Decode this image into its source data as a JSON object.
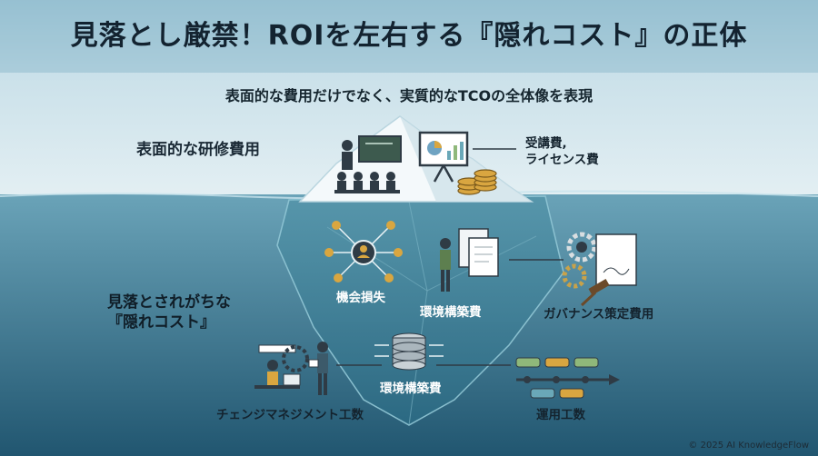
{
  "title": "見落とし厳禁！ROIを左右する『隠れコスト』の正体",
  "subtitle": "表面的な費用だけでなく、実質的なTCOの全体像を表現",
  "above_water": {
    "heading": "表面的な研修費用",
    "item_line1": "受講費,",
    "item_line2": "ライセンス費"
  },
  "below_water": {
    "heading_line1": "見落とされがちな",
    "heading_line2": "『隠れコスト』",
    "items": {
      "opportunity_loss": "機会損失",
      "environment_cost_upper": "環境構築費",
      "governance_cost": "ガバナンス策定費用",
      "environment_cost_lower": "環境構築費",
      "change_management": "チェンジマネジメント工数",
      "operation_cost": "運用工数"
    }
  },
  "copyright": "© 2025 AI KnowledgeFlow",
  "colors": {
    "sky_top": "#9fc6d6",
    "sky_bottom": "#dcebf0",
    "water_top": "#5d97ad",
    "water_bottom": "#235a73",
    "iceberg_under": "#3d7d94",
    "icon_dark": "#2f3b45",
    "accent_gold": "#d9a640",
    "accent_green": "#8fb87a"
  }
}
